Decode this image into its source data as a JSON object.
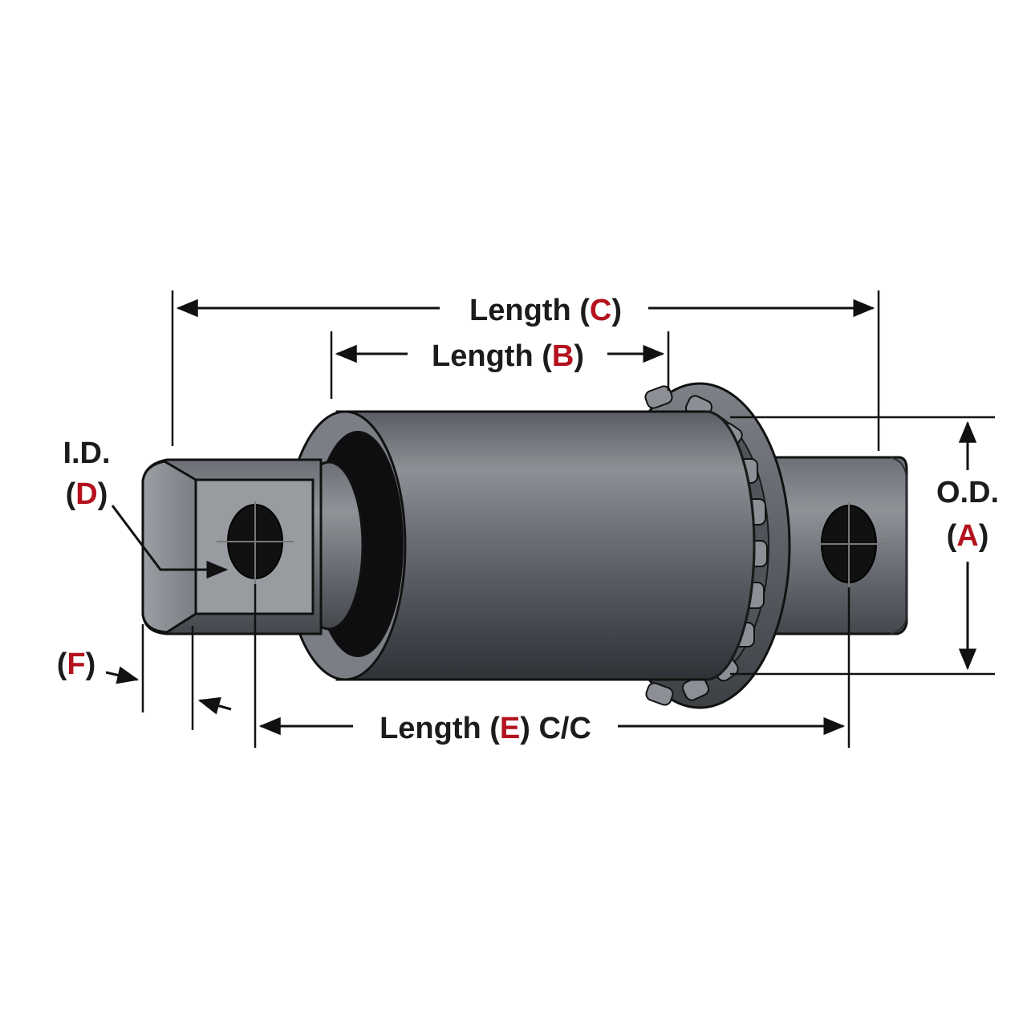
{
  "colors": {
    "label_text": "#1c1c1c",
    "dimension_key": "#b3121e",
    "metal_dark": "#3c3f45",
    "metal_mid": "#6e7278",
    "metal_light": "#a9acb1",
    "outline": "#111111"
  },
  "labels": {
    "length_c": {
      "prefix": "Length (",
      "key": "C",
      "suffix": ")"
    },
    "length_b": {
      "prefix": "Length (",
      "key": "B",
      "suffix": ")"
    },
    "length_e": {
      "prefix": "Length (",
      "key": "E",
      "suffix": ") C/C"
    },
    "id": {
      "line1": "I.D.",
      "prefix": "(",
      "key": "D",
      "suffix": ")"
    },
    "od": {
      "line1": "O.D.",
      "prefix": "(",
      "key": "A",
      "suffix": ")"
    },
    "f": {
      "prefix": "(",
      "key": "F",
      "suffix": ")"
    }
  }
}
